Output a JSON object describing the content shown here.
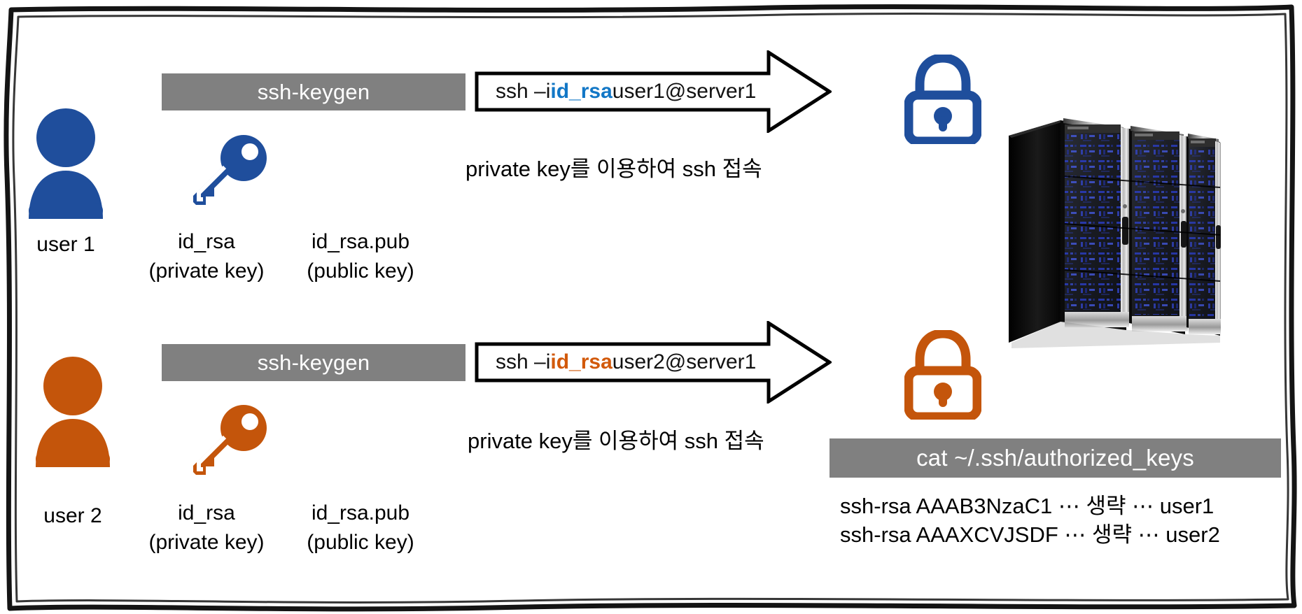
{
  "diagram": {
    "title": "SSH public key authentication flow",
    "colors": {
      "user1_blue": "#1F4E9C",
      "user2_orange": "#C4550B",
      "band_gray": "#808080",
      "id_rsa_blue": "#1277C6",
      "id_rsa_orange": "#D2590A",
      "text_black": "#000000",
      "frame_black": "#111111"
    },
    "rows": [
      {
        "id": "user1",
        "user_label": "user 1",
        "user_icon": "person-icon",
        "keygen_label": "ssh-keygen",
        "key_icon": "key-icon",
        "private_key_name": "id_rsa",
        "private_key_desc": "(private key)",
        "public_key_name": "id_rsa.pub",
        "public_key_desc": "(public key)",
        "command_prefix": "ssh –i ",
        "command_key": "id_rsa",
        "command_suffix": " user1@server1",
        "note": "private key를 이용하여 ssh 접속",
        "lock_icon": "lock-icon",
        "accent": "#1F4E9C",
        "command_key_color": "#1277C6"
      },
      {
        "id": "user2",
        "user_label": "user 2",
        "user_icon": "person-icon",
        "keygen_label": "ssh-keygen",
        "key_icon": "key-icon",
        "private_key_name": "id_rsa",
        "private_key_desc": "(private key)",
        "public_key_name": "id_rsa.pub",
        "public_key_desc": "(public key)",
        "command_prefix": "ssh –i ",
        "command_key": "id_rsa",
        "command_suffix": " user2@server1",
        "note": "private key를 이용하여 ssh 접속",
        "lock_icon": "lock-icon",
        "accent": "#C4550B",
        "command_key_color": "#D2590A"
      }
    ],
    "server": {
      "icon": "server-rack-icon",
      "rack_count": 3
    },
    "authorized_keys": {
      "command_label": "cat ~/.ssh/authorized_keys",
      "lines": [
        "ssh-rsa AAAB3NzaC1 ⋯ 생략 ⋯ user1",
        "ssh-rsa AAAXCVJSDF ⋯ 생략 ⋯ user2"
      ]
    }
  }
}
